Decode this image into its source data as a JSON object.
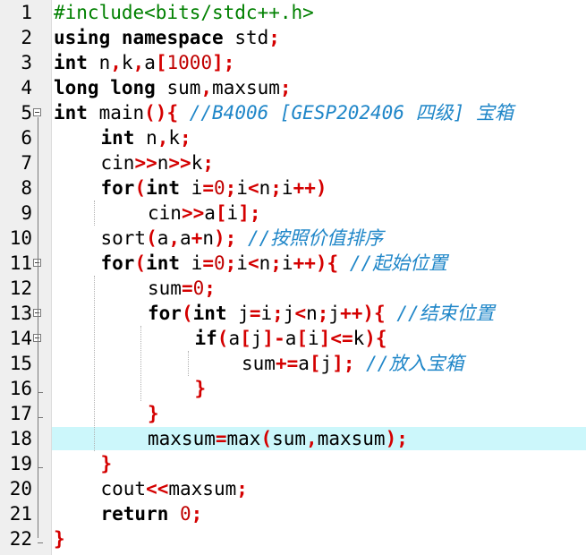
{
  "editor": {
    "highlight_line": 18,
    "lines": [
      {
        "n": "1",
        "indent": 0,
        "tokens": [
          [
            "pp",
            "#include<bits/stdc++.h>"
          ]
        ]
      },
      {
        "n": "2",
        "indent": 0,
        "tokens": [
          [
            "kw",
            "using"
          ],
          [
            "t",
            " "
          ],
          [
            "kw",
            "namespace"
          ],
          [
            "t",
            " std"
          ],
          [
            "op",
            ";"
          ]
        ]
      },
      {
        "n": "3",
        "indent": 0,
        "tokens": [
          [
            "kw",
            "int"
          ],
          [
            "t",
            " n"
          ],
          [
            "op",
            ","
          ],
          [
            "t",
            "k"
          ],
          [
            "op",
            ","
          ],
          [
            "t",
            "a"
          ],
          [
            "op",
            "["
          ],
          [
            "num",
            "1000"
          ],
          [
            "op",
            "];"
          ]
        ]
      },
      {
        "n": "4",
        "indent": 0,
        "tokens": [
          [
            "kw",
            "long"
          ],
          [
            "t",
            " "
          ],
          [
            "kw",
            "long"
          ],
          [
            "t",
            " sum"
          ],
          [
            "op",
            ","
          ],
          [
            "t",
            "maxsum"
          ],
          [
            "op",
            ";"
          ]
        ]
      },
      {
        "n": "5",
        "indent": 0,
        "tokens": [
          [
            "kw",
            "int"
          ],
          [
            "t",
            " main"
          ],
          [
            "op",
            "(){"
          ],
          [
            "t",
            " "
          ],
          [
            "cm",
            "//B4006 [GESP202406 四级] 宝箱"
          ]
        ]
      },
      {
        "n": "6",
        "indent": 1,
        "tokens": [
          [
            "kw",
            "int"
          ],
          [
            "t",
            " n"
          ],
          [
            "op",
            ","
          ],
          [
            "t",
            "k"
          ],
          [
            "op",
            ";"
          ]
        ]
      },
      {
        "n": "7",
        "indent": 1,
        "tokens": [
          [
            "t",
            "cin"
          ],
          [
            "op",
            ">>"
          ],
          [
            "t",
            "n"
          ],
          [
            "op",
            ">>"
          ],
          [
            "t",
            "k"
          ],
          [
            "op",
            ";"
          ]
        ]
      },
      {
        "n": "8",
        "indent": 1,
        "tokens": [
          [
            "kw",
            "for"
          ],
          [
            "op",
            "("
          ],
          [
            "kw",
            "int"
          ],
          [
            "t",
            " i"
          ],
          [
            "op",
            "="
          ],
          [
            "num",
            "0"
          ],
          [
            "op",
            ";"
          ],
          [
            "t",
            "i"
          ],
          [
            "op",
            "<"
          ],
          [
            "t",
            "n"
          ],
          [
            "op",
            ";"
          ],
          [
            "t",
            "i"
          ],
          [
            "op",
            "++)"
          ]
        ]
      },
      {
        "n": "9",
        "indent": 2,
        "tokens": [
          [
            "t",
            "cin"
          ],
          [
            "op",
            ">>"
          ],
          [
            "t",
            "a"
          ],
          [
            "op",
            "["
          ],
          [
            "t",
            "i"
          ],
          [
            "op",
            "];"
          ]
        ]
      },
      {
        "n": "10",
        "indent": 1,
        "tokens": [
          [
            "t",
            "sort"
          ],
          [
            "op",
            "("
          ],
          [
            "t",
            "a"
          ],
          [
            "op",
            ","
          ],
          [
            "t",
            "a"
          ],
          [
            "op",
            "+"
          ],
          [
            "t",
            "n"
          ],
          [
            "op",
            ");"
          ],
          [
            "t",
            " "
          ],
          [
            "cm",
            "//按照价值排序"
          ]
        ]
      },
      {
        "n": "11",
        "indent": 1,
        "tokens": [
          [
            "kw",
            "for"
          ],
          [
            "op",
            "("
          ],
          [
            "kw",
            "int"
          ],
          [
            "t",
            " i"
          ],
          [
            "op",
            "="
          ],
          [
            "num",
            "0"
          ],
          [
            "op",
            ";"
          ],
          [
            "t",
            "i"
          ],
          [
            "op",
            "<"
          ],
          [
            "t",
            "n"
          ],
          [
            "op",
            ";"
          ],
          [
            "t",
            "i"
          ],
          [
            "op",
            "++){"
          ],
          [
            "t",
            " "
          ],
          [
            "cm",
            "//起始位置"
          ]
        ]
      },
      {
        "n": "12",
        "indent": 2,
        "tokens": [
          [
            "t",
            "sum"
          ],
          [
            "op",
            "="
          ],
          [
            "num",
            "0"
          ],
          [
            "op",
            ";"
          ]
        ]
      },
      {
        "n": "13",
        "indent": 2,
        "tokens": [
          [
            "kw",
            "for"
          ],
          [
            "op",
            "("
          ],
          [
            "kw",
            "int"
          ],
          [
            "t",
            " j"
          ],
          [
            "op",
            "="
          ],
          [
            "t",
            "i"
          ],
          [
            "op",
            ";"
          ],
          [
            "t",
            "j"
          ],
          [
            "op",
            "<"
          ],
          [
            "t",
            "n"
          ],
          [
            "op",
            ";"
          ],
          [
            "t",
            "j"
          ],
          [
            "op",
            "++){"
          ],
          [
            "t",
            " "
          ],
          [
            "cm",
            "//结束位置"
          ]
        ]
      },
      {
        "n": "14",
        "indent": 3,
        "tokens": [
          [
            "kw",
            "if"
          ],
          [
            "op",
            "("
          ],
          [
            "t",
            "a"
          ],
          [
            "op",
            "["
          ],
          [
            "t",
            "j"
          ],
          [
            "op",
            "]-"
          ],
          [
            "t",
            "a"
          ],
          [
            "op",
            "["
          ],
          [
            "t",
            "i"
          ],
          [
            "op",
            "]<="
          ],
          [
            "t",
            "k"
          ],
          [
            "op",
            "){"
          ]
        ]
      },
      {
        "n": "15",
        "indent": 4,
        "tokens": [
          [
            "t",
            "sum"
          ],
          [
            "op",
            "+="
          ],
          [
            "t",
            "a"
          ],
          [
            "op",
            "["
          ],
          [
            "t",
            "j"
          ],
          [
            "op",
            "];"
          ],
          [
            "t",
            " "
          ],
          [
            "cm",
            "//放入宝箱"
          ]
        ]
      },
      {
        "n": "16",
        "indent": 3,
        "tokens": [
          [
            "op",
            "}"
          ]
        ]
      },
      {
        "n": "17",
        "indent": 2,
        "tokens": [
          [
            "op",
            "}"
          ]
        ]
      },
      {
        "n": "18",
        "indent": 2,
        "tokens": [
          [
            "t",
            "maxsum"
          ],
          [
            "op",
            "="
          ],
          [
            "t",
            "max"
          ],
          [
            "op",
            "("
          ],
          [
            "t",
            "sum"
          ],
          [
            "op",
            ","
          ],
          [
            "t",
            "maxsum"
          ],
          [
            "op",
            ");"
          ]
        ]
      },
      {
        "n": "19",
        "indent": 1,
        "tokens": [
          [
            "op",
            "}"
          ]
        ]
      },
      {
        "n": "20",
        "indent": 1,
        "tokens": [
          [
            "t",
            "cout"
          ],
          [
            "op",
            "<<"
          ],
          [
            "t",
            "maxsum"
          ],
          [
            "op",
            ";"
          ]
        ]
      },
      {
        "n": "21",
        "indent": 1,
        "tokens": [
          [
            "kw",
            "return"
          ],
          [
            "t",
            " "
          ],
          [
            "num",
            "0"
          ],
          [
            "op",
            ";"
          ]
        ]
      },
      {
        "n": "22",
        "indent": 0,
        "tokens": [
          [
            "op",
            "}"
          ]
        ]
      }
    ]
  }
}
